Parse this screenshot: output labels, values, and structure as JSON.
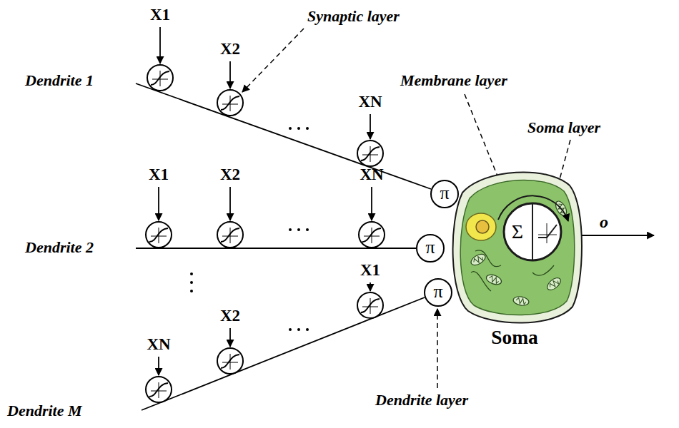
{
  "diagram": {
    "nodes": [
      {
        "text": [
          "π"
        ]
      },
      {
        "text": [
          "π"
        ]
      },
      {
        "text": [
          "π"
        ]
      },
      {
        "text": [
          "Soma"
        ]
      },
      {
        "text": [
          "Σ"
        ],
        "in": 3
      }
    ],
    "labels": [
      "Synaptic layer",
      "Membrane layer",
      "Soma layer",
      "Dendrite layer",
      "Dendrite 1",
      "Dendrite 2",
      "Dendrite M",
      "X1",
      "X2",
      "XN",
      "X1",
      "X2",
      "XN",
      "X1",
      "X2",
      "XN",
      "o"
    ]
  }
}
